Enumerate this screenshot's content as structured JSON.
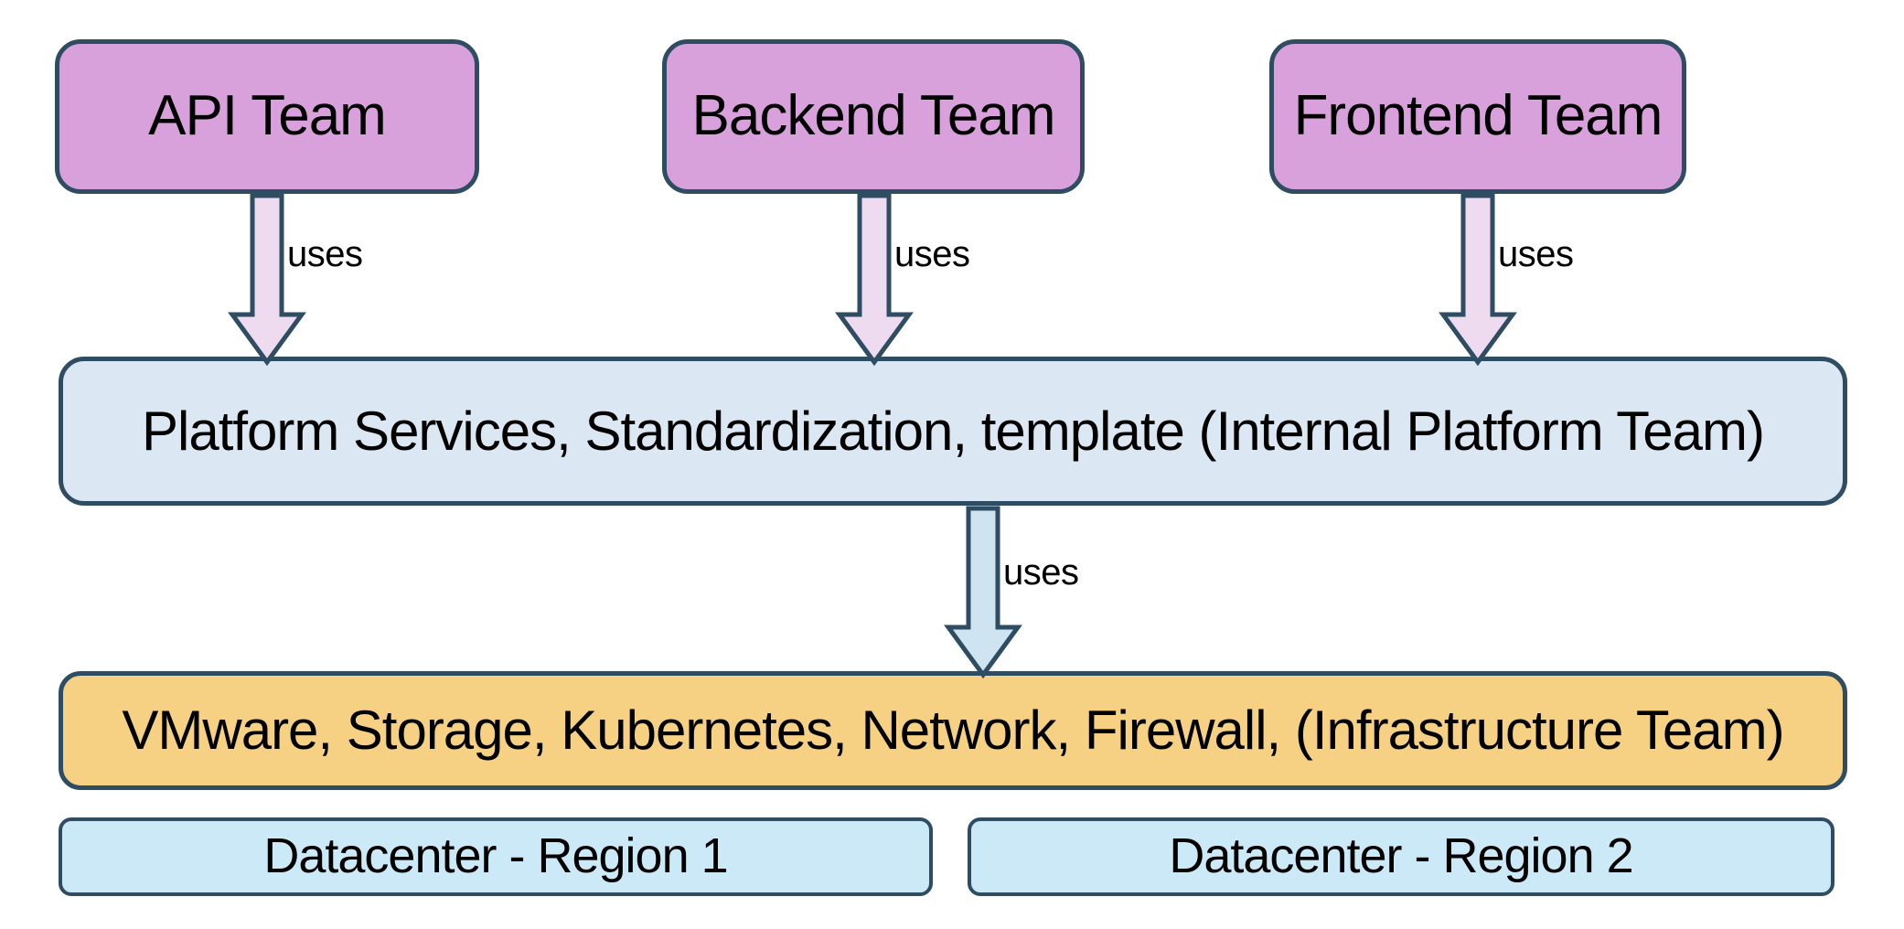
{
  "diagram": {
    "teams": [
      {
        "label": "API Team"
      },
      {
        "label": "Backend Team"
      },
      {
        "label": "Frontend Team"
      }
    ],
    "platform": {
      "label": "Platform Services, Standardization, template (Internal Platform Team)"
    },
    "infrastructure": {
      "label": "VMware, Storage, Kubernetes, Network, Firewall, (Infrastructure Team)"
    },
    "datacenters": [
      {
        "label": "Datacenter - Region 1"
      },
      {
        "label": "Datacenter - Region 2"
      }
    ],
    "edge_label": "uses",
    "colors": {
      "team_fill": "#d9a1dc",
      "platform_fill": "#dbe7f3",
      "infra_fill": "#f6d184",
      "datacenter_fill": "#cce9f8",
      "arrow_pink_fill": "#eedbf0",
      "arrow_blue_fill": "#cfe4f1",
      "border": "#2e4d63",
      "background": "#ffffff",
      "text": "#000000"
    }
  }
}
